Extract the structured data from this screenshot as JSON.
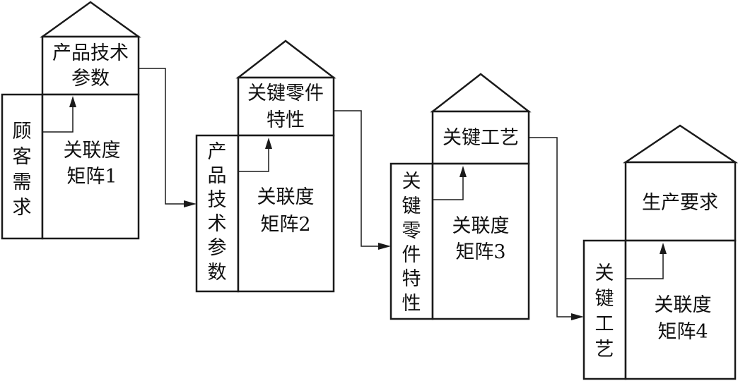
{
  "houses": [
    {
      "id": "house-1",
      "roof_label": [
        "产品技术",
        "参数"
      ],
      "side_label": [
        "顾",
        "客",
        "需",
        "求"
      ],
      "center_label": [
        "关联度",
        "矩阵1"
      ]
    },
    {
      "id": "house-2",
      "roof_label": [
        "关键零件",
        "特性"
      ],
      "side_label": [
        "产",
        "品",
        "技",
        "术",
        "参",
        "数"
      ],
      "center_label": [
        "关联度",
        "矩阵2"
      ]
    },
    {
      "id": "house-3",
      "roof_label": [
        "关键工艺"
      ],
      "side_label": [
        "关",
        "键",
        "零",
        "件",
        "特",
        "性"
      ],
      "center_label": [
        "关联度",
        "矩阵3"
      ]
    },
    {
      "id": "house-4",
      "roof_label": [
        "生产要求"
      ],
      "side_label": [
        "关",
        "键",
        "工",
        "艺"
      ],
      "center_label": [
        "关联度",
        "矩阵4"
      ]
    }
  ]
}
